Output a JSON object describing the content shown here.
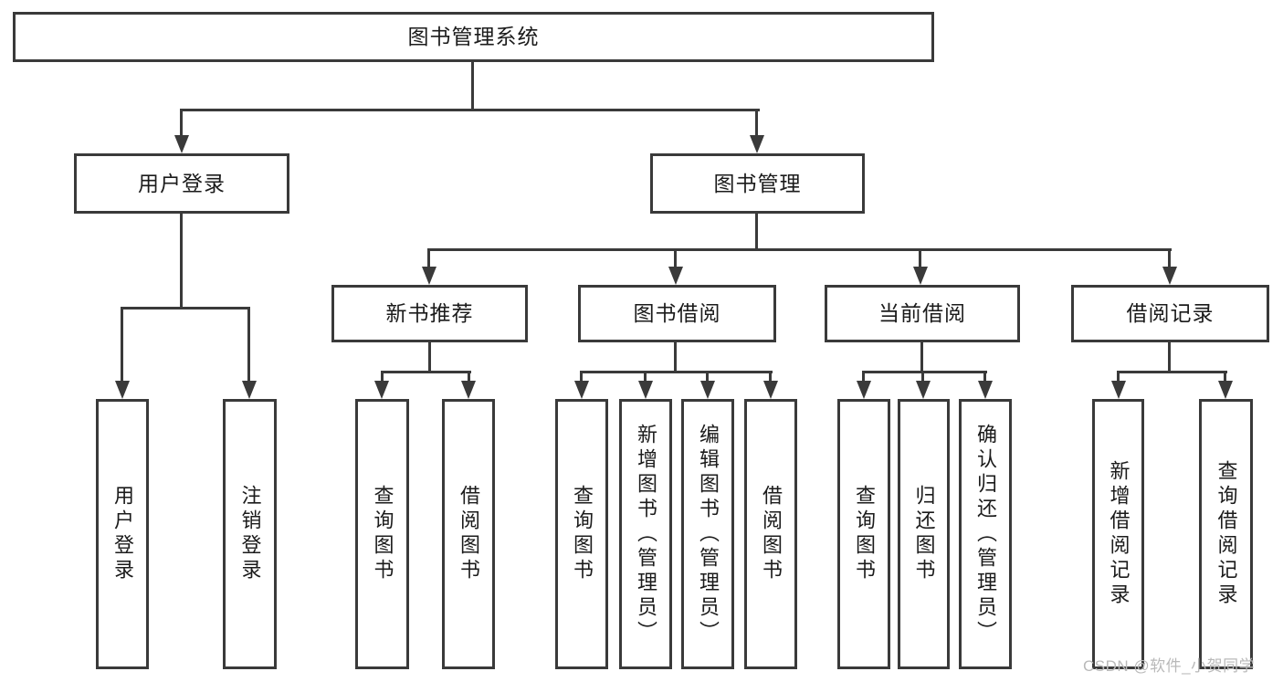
{
  "tree": {
    "root": {
      "label": "图书管理系统"
    },
    "branches": [
      {
        "label": "用户登录",
        "children": [
          {
            "label": "用户登录"
          },
          {
            "label": "注销登录"
          }
        ]
      },
      {
        "label": "图书管理",
        "children": [
          {
            "label": "新书推荐",
            "children": [
              {
                "label": "查询图书"
              },
              {
                "label": "借阅图书"
              }
            ]
          },
          {
            "label": "图书借阅",
            "children": [
              {
                "label": "查询图书"
              },
              {
                "label": "新增图书（管理员）"
              },
              {
                "label": "编辑图书（管理员）"
              },
              {
                "label": "借阅图书"
              }
            ]
          },
          {
            "label": "当前借阅",
            "children": [
              {
                "label": "查询图书"
              },
              {
                "label": "归还图书"
              },
              {
                "label": "确认归还（管理员）"
              }
            ]
          },
          {
            "label": "借阅记录",
            "children": [
              {
                "label": "新增借阅记录"
              },
              {
                "label": "查询借阅记录"
              }
            ]
          }
        ]
      }
    ]
  },
  "watermark": {
    "text": "CSDN @软件_小贺同学"
  },
  "colors": {
    "line": "#3a3a3a",
    "text": "#1b1b1b",
    "watermark_gray": "#b9b9b9",
    "background": "#ffffff"
  }
}
